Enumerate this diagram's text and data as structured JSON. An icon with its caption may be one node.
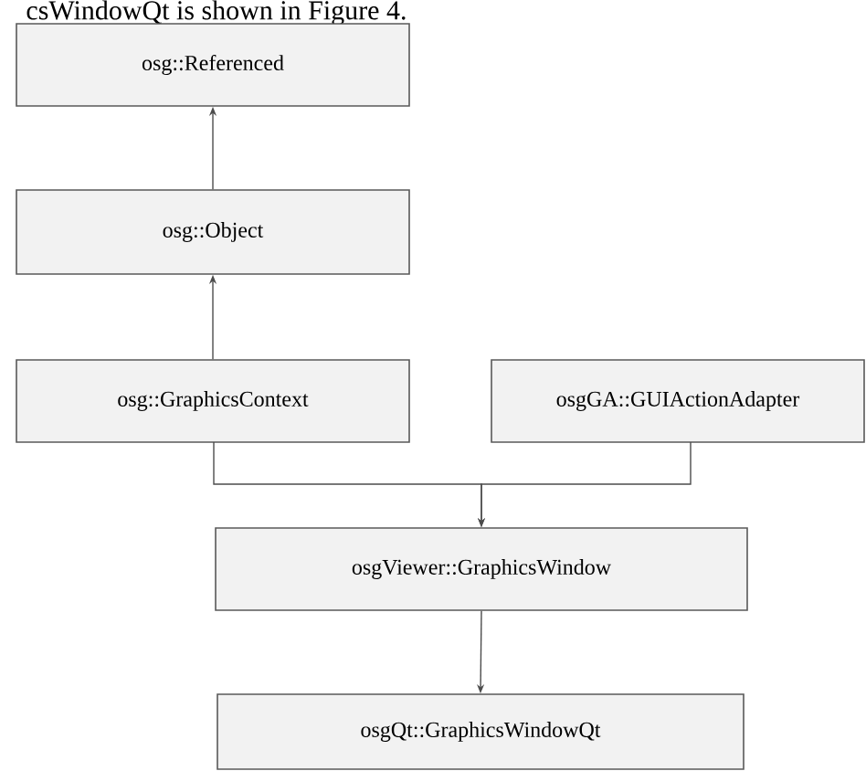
{
  "diagram": {
    "nodes": [
      {
        "text": [
          "osg::Referenced"
        ]
      },
      {
        "text": [
          "osg::Object"
        ]
      },
      {
        "text": [
          "osg::GraphicsContext"
        ]
      },
      {
        "text": [
          "osgGA::GUIActionAdapter"
        ]
      },
      {
        "text": [
          "osgViewer::GraphicsWindow"
        ]
      },
      {
        "text": [
          "osgQt::GraphicsWindowQt"
        ]
      }
    ],
    "edges": [
      {
        "from": 1,
        "to": 0,
        "arrow": "to"
      },
      {
        "from": 2,
        "to": 1,
        "arrow": "to"
      },
      {
        "from": 2,
        "to": 4,
        "arrow": "to"
      },
      {
        "from": 3,
        "to": 4,
        "arrow": "to"
      },
      {
        "from": 4,
        "to": 5,
        "arrow": "to"
      }
    ],
    "labels": [
      "csWindowQt is shown in Figure 4."
    ]
  }
}
